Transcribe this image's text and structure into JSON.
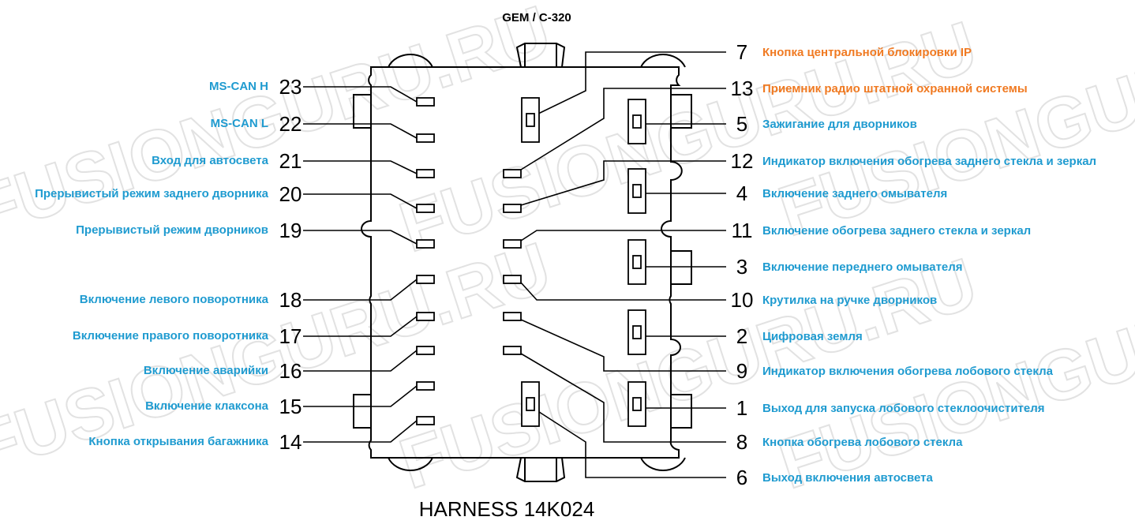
{
  "title": "GEM / C-320",
  "footer": "HARNESS 14K024",
  "watermark": "FUSIONGURU.RU",
  "colors": {
    "blue": "#1f9bd0",
    "orange": "#f07a22",
    "line": "#000000"
  },
  "left_pins": [
    {
      "num": "23",
      "label": "MS-CAN H",
      "color": "blue"
    },
    {
      "num": "22",
      "label": "MS-CAN L",
      "color": "blue"
    },
    {
      "num": "21",
      "label": "Вход для автосвета",
      "color": "blue"
    },
    {
      "num": "20",
      "label": "Прерывистый режим заднего дворника",
      "color": "blue"
    },
    {
      "num": "19",
      "label": "Прерывистый режим дворников",
      "color": "blue"
    },
    {
      "num": "18",
      "label": "Включение левого поворотника",
      "color": "blue"
    },
    {
      "num": "17",
      "label": "Включение правого поворотника",
      "color": "blue"
    },
    {
      "num": "16",
      "label": "Включение аварийки",
      "color": "blue"
    },
    {
      "num": "15",
      "label": "Включение клаксона",
      "color": "blue"
    },
    {
      "num": "14",
      "label": "Кнопка открывания багажника",
      "color": "blue"
    }
  ],
  "right_pins": [
    {
      "num": "7",
      "label": "Кнопка центральной блокировки IP",
      "color": "orange"
    },
    {
      "num": "13",
      "label": "Приемник радио штатной охранной системы",
      "color": "orange"
    },
    {
      "num": "5",
      "label": "Зажигание для дворников",
      "color": "blue"
    },
    {
      "num": "12",
      "label": "Индикатор включения обогрева заднего стекла и зеркал",
      "color": "blue"
    },
    {
      "num": "4",
      "label": "Включение заднего омывателя",
      "color": "blue"
    },
    {
      "num": "11",
      "label": "Включение обогрева заднего стекла и зеркал",
      "color": "blue"
    },
    {
      "num": "3",
      "label": "Включение переднего омывателя",
      "color": "blue"
    },
    {
      "num": "10",
      "label": "Крутилка на ручке дворников",
      "color": "blue"
    },
    {
      "num": "2",
      "label": "Цифровая земля",
      "color": "blue"
    },
    {
      "num": "9",
      "label": "Индикатор включения обогрева лобового стекла",
      "color": "blue"
    },
    {
      "num": "1",
      "label": "Выход для запуска лобового стеклоочистителя",
      "color": "blue"
    },
    {
      "num": "8",
      "label": "Кнопка обогрева лобового стекла",
      "color": "blue"
    },
    {
      "num": "6",
      "label": "Выход включения автосвета",
      "color": "blue"
    }
  ]
}
